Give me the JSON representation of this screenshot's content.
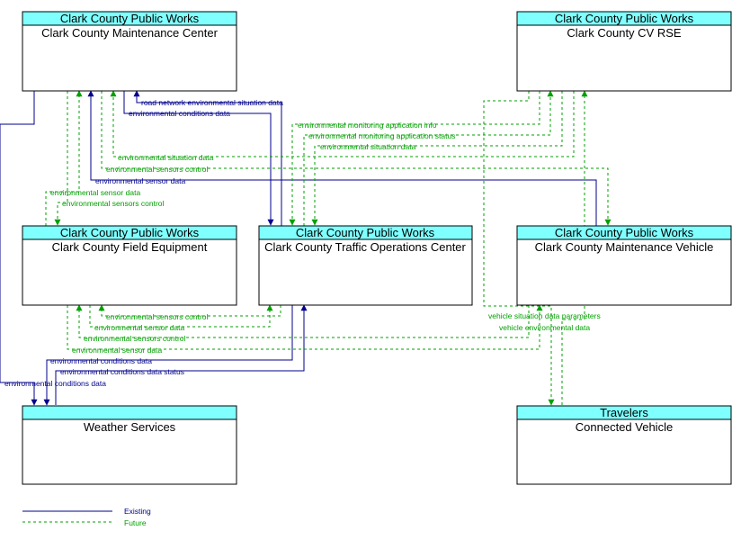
{
  "colors": {
    "existing": "#00008b",
    "future": "#00a000",
    "header": "#80ffff"
  },
  "boxes": {
    "maint_center": {
      "owner": "Clark County Public Works",
      "name": "Clark County Maintenance Center"
    },
    "cv_rse": {
      "owner": "Clark County Public Works",
      "name": "Clark County CV RSE"
    },
    "field_equipment": {
      "owner": "Clark County Public Works",
      "name": "Clark County Field Equipment"
    },
    "toc": {
      "owner": "Clark County Public Works",
      "name": "Clark County Traffic Operations Center"
    },
    "maint_vehicle": {
      "owner": "Clark County Public Works",
      "name": "Clark County Maintenance Vehicle"
    },
    "weather": {
      "owner": "",
      "name": "Weather Services"
    },
    "connected_vehicle": {
      "owner": "Travelers",
      "name": "Connected Vehicle"
    }
  },
  "flows": {
    "f01": "road network environmental situation data",
    "f02": "environmental conditions data",
    "f03": "environmental monitoring application info",
    "f04": "environmental monitoring application status",
    "f05": "environmental situation data",
    "f06": "environmental situation data",
    "f07": "environmental sensors control",
    "f08": "environmental sensor data",
    "f09": "environmental sensor data",
    "f10": "environmental sensors control",
    "f11": "environmental sensors control",
    "f12": "environmental sensor data",
    "f13": "environmental sensors control",
    "f14": "environmental sensor data",
    "f15": "environmental conditions data",
    "f16": "environmental conditions data status",
    "f17": "environmental conditions data",
    "f18": "vehicle situation data parameters",
    "f19": "vehicle environmental data"
  },
  "legend": {
    "existing": "Existing",
    "future": "Future"
  }
}
